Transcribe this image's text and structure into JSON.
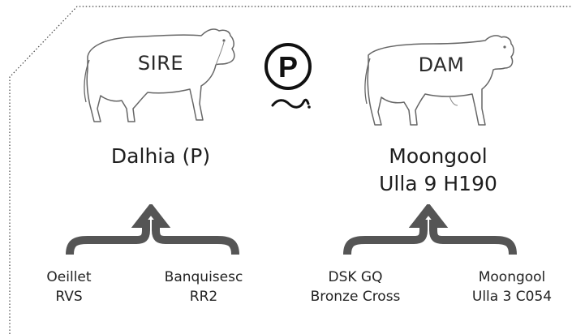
{
  "sire": {
    "label": "SIRE",
    "name": [
      "Dalhia (P)"
    ],
    "parents": [
      {
        "lines": [
          "Oeillet",
          "RVS"
        ]
      },
      {
        "lines": [
          "Banquisesc",
          "RR2"
        ]
      }
    ]
  },
  "dam": {
    "label": "DAM",
    "name": [
      "Moongool",
      "Ulla 9 H190"
    ],
    "parents": [
      {
        "lines": [
          "DSK GQ",
          "Bronze Cross"
        ]
      },
      {
        "lines": [
          "Moongool",
          "Ulla 3 C054"
        ]
      }
    ]
  },
  "poll_symbol": {
    "letter": "P",
    "icon": "polled-icon"
  },
  "colors": {
    "line": "#555555",
    "arrow": "#5a5a5a",
    "frame": "#444444"
  }
}
